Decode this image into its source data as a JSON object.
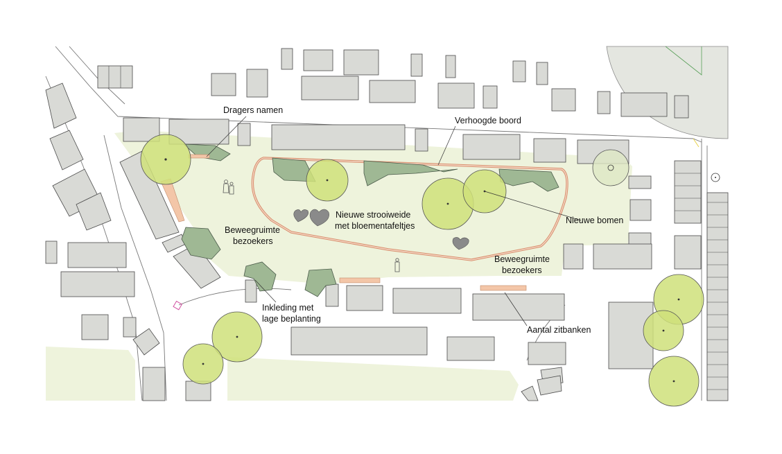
{
  "map": {
    "labels": {
      "dragers_namen": "Dragers namen",
      "verhoogde_boord": "Verhoogde boord",
      "nieuwe_strooiweide_1": "Nieuwe strooiweide",
      "nieuwe_strooiweide_2": "met bloementafeltjes",
      "nieuwe_bomen": "Nieuwe bomen",
      "beweegruimte_west_1": "Beweegruimte",
      "beweegruimte_west_2": "bezoekers",
      "beweegruimte_east_1": "Beweegruimte",
      "beweegruimte_east_2": "bezoekers",
      "inkleding_1": "Inkleding met",
      "inkleding_2": "lage beplanting",
      "aantal_zitbanken": "Aantal zitbanken"
    },
    "colors": {
      "lawn": "#eef3dc",
      "tree": "#cfe07a",
      "shrub": "#9fb894",
      "border": "#d9906e",
      "bench": "#f3c6a8",
      "building": "#d9dad6"
    }
  }
}
